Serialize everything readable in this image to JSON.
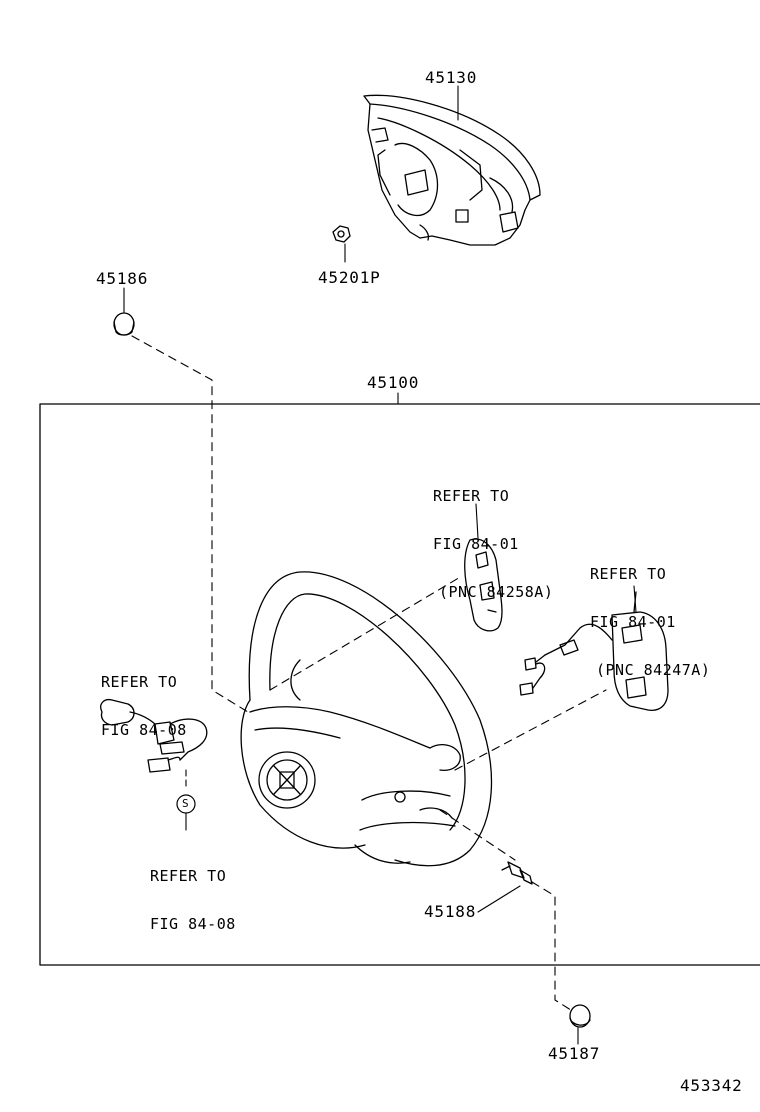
{
  "colors": {
    "line": "#000000",
    "background": "#ffffff"
  },
  "parts": {
    "airbag": "45130",
    "nut": "45201P",
    "cap_top": "45186",
    "wheel_assembly": "45100",
    "screw": "45188",
    "cap_bottom": "45187"
  },
  "refs": {
    "paddle_left": {
      "line1": "REFER TO",
      "line2": "FIG 84-01",
      "line3": "(PNC 84258A)"
    },
    "paddle_right": {
      "line1": "REFER TO",
      "line2": "FIG 84-01",
      "line3": "(PNC 84247A)"
    },
    "spiral_cable": {
      "line1": "REFER TO",
      "line2": "FIG 84-08"
    },
    "screw_ref": {
      "line1": "REFER TO",
      "line2": "FIG 84-08"
    }
  },
  "screw_symbol": "S",
  "diagram_id": "453342"
}
